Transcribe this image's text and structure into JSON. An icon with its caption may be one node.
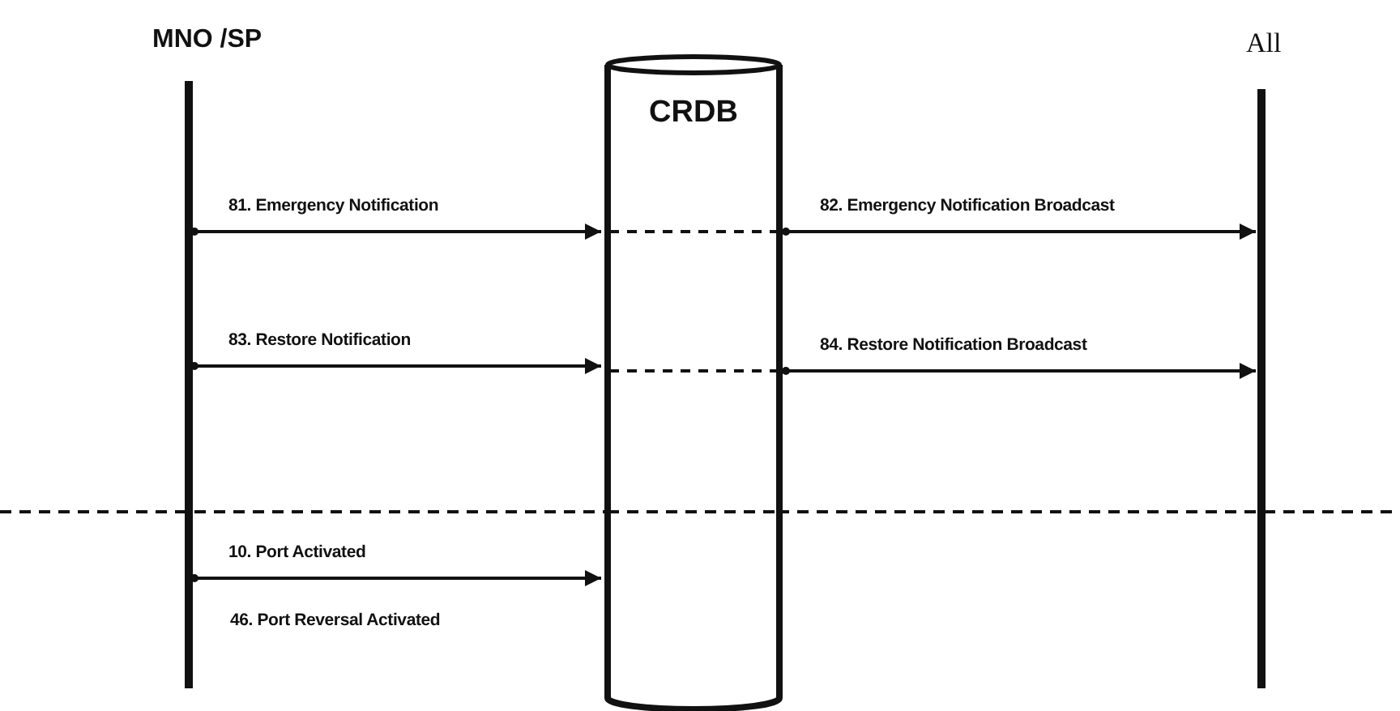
{
  "diagram": {
    "nodes": [
      {
        "text": [
          "MNO /SP"
        ]
      },
      {
        "text": [
          "CRDB"
        ]
      },
      {
        "text": [
          "All"
        ]
      }
    ],
    "edges": [
      {
        "from": 0,
        "to": 1,
        "arrow": "to",
        "label": "81. Emergency Notification"
      },
      {
        "from": 1,
        "to": 2,
        "arrow": "to",
        "label": "82. Emergency Notification Broadcast"
      },
      {
        "from": 0,
        "to": 1,
        "arrow": "to",
        "label": "83. Restore Notification"
      },
      {
        "from": 1,
        "to": 2,
        "arrow": "to",
        "label": "84. Restore Notification Broadcast"
      },
      {
        "from": 0,
        "to": 1,
        "arrow": "to",
        "label": "10. Port Activated"
      }
    ],
    "labels": [
      "46. Port Reversal Activated"
    ]
  }
}
